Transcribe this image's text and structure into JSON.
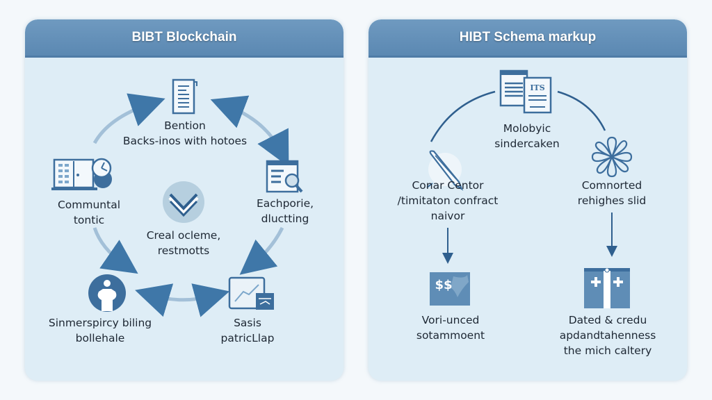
{
  "colors": {
    "header": "#5f8db6",
    "panel_bg": "#deedf6",
    "icon_blue": "#3d6e9d",
    "arrow_light": "#9fbdd6",
    "text": "#1d2733"
  },
  "left_panel": {
    "title": "BIBT Blockchain",
    "nodes": [
      {
        "id": "top",
        "icon": "document-icon",
        "lines": [
          "Bention",
          "Backs-inos with hotoes"
        ]
      },
      {
        "id": "left",
        "icon": "laptop-clock-icon",
        "lines": [
          "Communtal",
          "tontic"
        ]
      },
      {
        "id": "center",
        "icon": "open-book-chevron-icon",
        "lines": [
          "Creal ocleme,",
          "restmotts"
        ]
      },
      {
        "id": "right",
        "icon": "document-search-icon",
        "lines": [
          "Eachporie,",
          "dluctting"
        ]
      },
      {
        "id": "bottom-left",
        "icon": "person-circle-icon",
        "lines": [
          "Sinmerspircy biling",
          "bollehale"
        ]
      },
      {
        "id": "bottom-right",
        "icon": "chart-folder-icon",
        "lines": [
          "Sasis",
          "patricLlap"
        ]
      }
    ]
  },
  "right_panel": {
    "title": "HIBT Schema markup",
    "nodes": [
      {
        "id": "top",
        "icon": "documents-icon",
        "icon_text": "ITS",
        "lines": [
          "Molobyic",
          "sindercaken"
        ]
      },
      {
        "id": "left",
        "icon": "pen-globe-icon",
        "lines": [
          "Conar Centor",
          "/timitaton confract",
          "naivor"
        ]
      },
      {
        "id": "right",
        "icon": "flower-network-icon",
        "lines": [
          "Comnorted",
          "rehighes slid"
        ]
      },
      {
        "id": "bottom-left",
        "icon": "dollar-card-icon",
        "icon_text": "$$",
        "lines": [
          "Vori-unced",
          "sotammoent"
        ]
      },
      {
        "id": "bottom-right",
        "icon": "medical-box-icon",
        "lines": [
          "Dated & credu",
          "apdandtahenness",
          "the mich caltery"
        ]
      }
    ]
  }
}
